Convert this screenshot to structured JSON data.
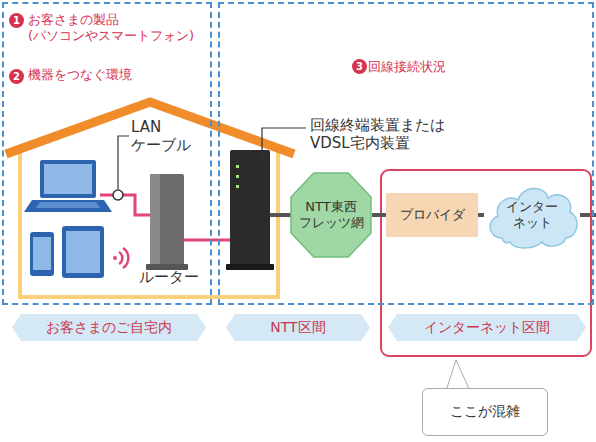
{
  "diagram": {
    "nodes": [
      {
        "text": [
          "お客さまの製品 (パソコンやスマートフォン)",
          "機器をつなぐ環境"
        ]
      },
      {
        "text": [
          "回線接続状況"
        ]
      },
      {
        "text": [
          "NTT東西 フレッツ網"
        ],
        "in": 1
      },
      {
        "text": [
          "プロバイダ"
        ],
        "in": 1
      },
      {
        "text": [
          "インター ネット"
        ],
        "in": 1
      },
      {
        "text": [
          "お客さまのご自宅内"
        ]
      },
      {
        "text": [
          "NTT区間"
        ]
      },
      {
        "text": [
          "インターネット区間"
        ]
      },
      {
        "text": [
          "ここが混雑"
        ]
      }
    ],
    "edges": [
      {
        "from": 2,
        "to": 3,
        "arrow": "none"
      },
      {
        "from": 3,
        "to": 4,
        "arrow": "none"
      }
    ],
    "labels": [
      "1",
      "2",
      "3",
      "LAN ケーブル",
      "回線終端装置または VDSL宅内装置",
      "ルーター"
    ]
  }
}
